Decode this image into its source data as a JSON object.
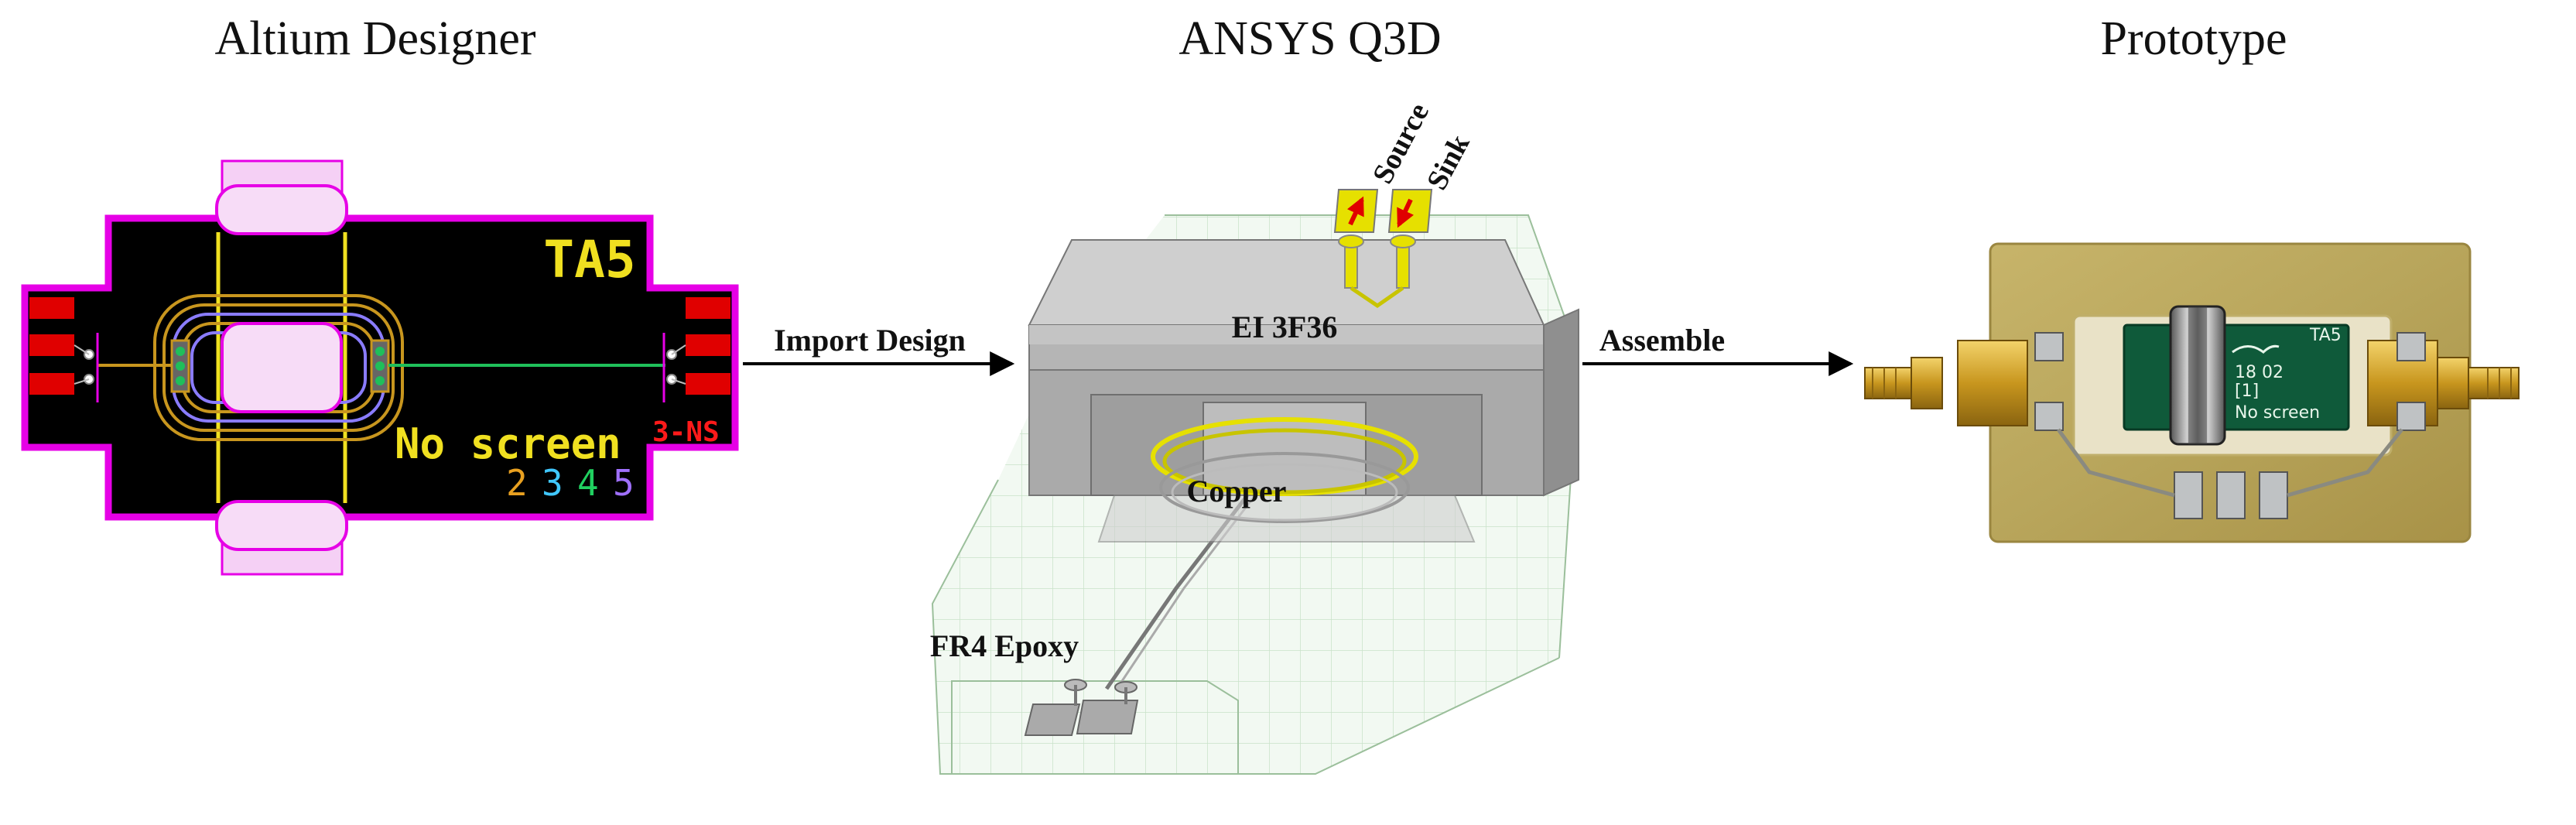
{
  "titles": {
    "altium": "Altium Designer",
    "ansys": "ANSYS Q3D",
    "prototype": "Prototype"
  },
  "arrows": {
    "import": "Import Design",
    "assemble": "Assemble"
  },
  "pcb": {
    "label_ta5": "TA5",
    "label_no_screen": "No screen",
    "label_3ns": "3-NS",
    "layer_numbers": [
      "2",
      "3",
      "4",
      "5"
    ],
    "colors": {
      "board_outline": "#e600e6",
      "board_fill": "#000000",
      "pads": "#e00000",
      "winding": "#c8961e",
      "inner_winding": "#8a7cff",
      "core_lines": "#f0e020",
      "trace": "#1fbf5a",
      "yellow_text": "#f0e020",
      "red_text": "#ff1a1a"
    },
    "layer_colors": [
      "#e8a020",
      "#40c8ff",
      "#20d060",
      "#a070ff"
    ]
  },
  "q3d": {
    "label_core": "EI 3F36",
    "label_copper": "Copper",
    "label_substrate": "FR4 Epoxy",
    "label_source": "Source",
    "label_sink": "Sink",
    "colors": {
      "core": "#a9a9a9",
      "copper": "#e6e000",
      "substrate": "#cfe7cf"
    }
  },
  "prototype": {
    "chip_label_ta5": "TA5",
    "chip_label_code": "18 02",
    "chip_label_bracket": "[1]",
    "chip_label_no_screen": "No screen"
  }
}
